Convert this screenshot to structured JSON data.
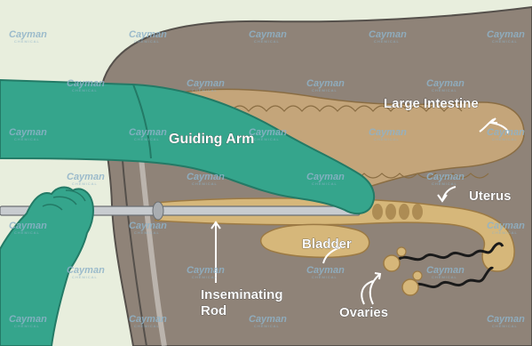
{
  "labels": {
    "guiding_arm": "Guiding Arm",
    "large_intestine": "Large Intestine",
    "uterus": "Uterus",
    "bladder": "Bladder",
    "inseminating_rod_line1": "Inseminating",
    "inseminating_rod_line2": "Rod",
    "ovaries": "Ovaries"
  },
  "watermark": {
    "brand": "Cayman",
    "sub": "CHEMICAL"
  },
  "colors": {
    "background": "#e8eedd",
    "cow_body": "#8f8378",
    "cow_outline": "#55504b",
    "glove": "#35a58c",
    "glove_dark": "#237a66",
    "organ": "#d6b77a",
    "organ_dark": "#9c7a44",
    "intestine": "#c4a57a",
    "rod": "#c8ccd0",
    "label_fill": "#ffffff",
    "watermark": "#8fb3c9"
  }
}
